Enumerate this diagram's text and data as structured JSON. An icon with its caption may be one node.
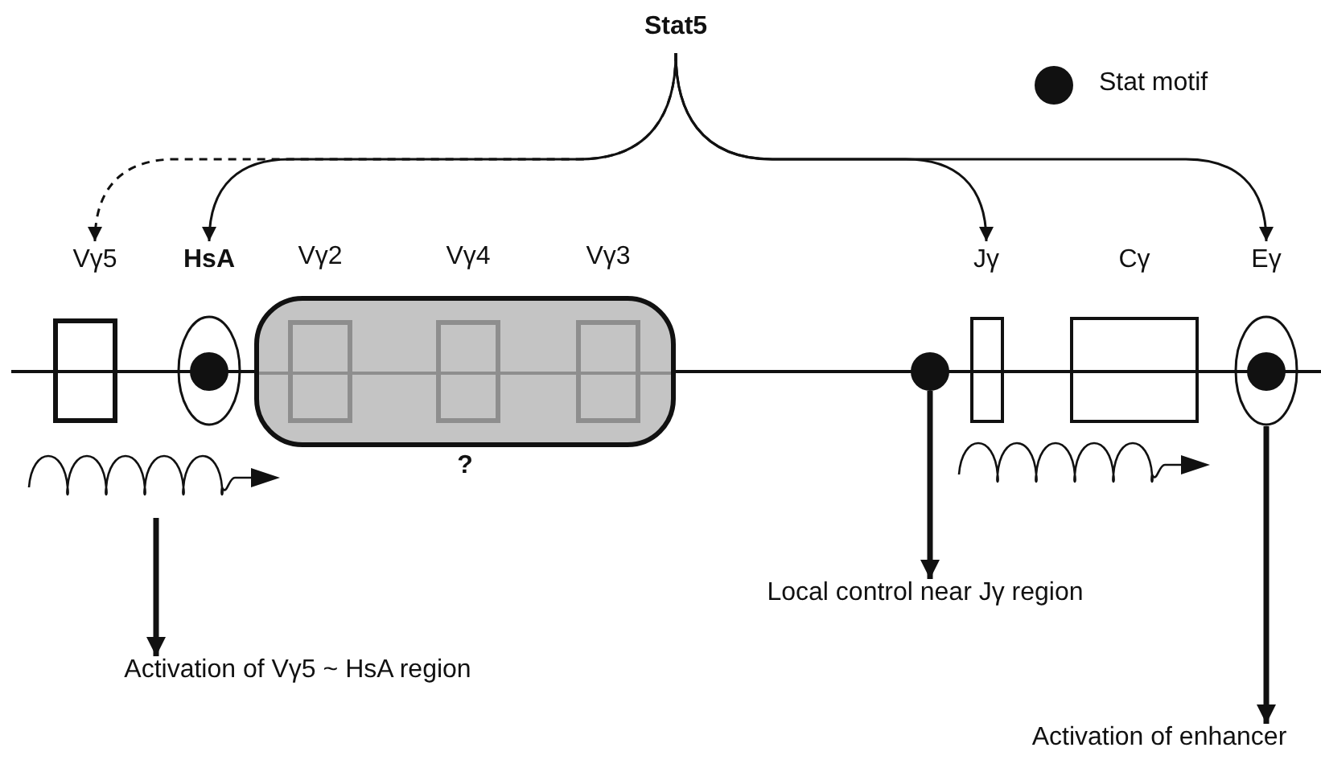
{
  "diagram": {
    "nodes": [
      {
        "text": [
          "Stat5"
        ]
      },
      {
        "text": [
          "Vγ5"
        ]
      },
      {
        "text": [
          "HsA"
        ]
      },
      {
        "text": [
          "?"
        ]
      },
      {
        "text": [
          "Vγ2"
        ],
        "in": 3
      },
      {
        "text": [
          "Vγ4"
        ],
        "in": 3
      },
      {
        "text": [
          "Vγ3"
        ],
        "in": 3
      },
      {
        "text": [],
        "shape": "circle"
      },
      {
        "text": [
          "Jγ"
        ]
      },
      {
        "text": [
          "Cγ"
        ]
      },
      {
        "text": [
          "Eγ"
        ]
      },
      {
        "text": [
          "Activation of Vγ5 ~ HsA region"
        ]
      },
      {
        "text": [
          "Local control near Jγ region"
        ]
      },
      {
        "text": [
          "Activation of enhancer"
        ]
      }
    ],
    "edges": [
      {
        "from": 0,
        "to": 1,
        "arrow": "to",
        "style": "dashed"
      },
      {
        "from": 0,
        "to": 2,
        "arrow": "to"
      },
      {
        "from": 0,
        "to": 8,
        "arrow": "to"
      },
      {
        "from": 0,
        "to": 10,
        "arrow": "to"
      },
      {
        "from": null,
        "to": 11,
        "arrow": "to",
        "style": "thick"
      },
      {
        "from": 7,
        "to": 12,
        "arrow": "to",
        "style": "thick"
      },
      {
        "from": 10,
        "to": 13,
        "arrow": "to",
        "style": "thick"
      }
    ],
    "legend": [
      {
        "text": "Stat motif"
      }
    ]
  }
}
